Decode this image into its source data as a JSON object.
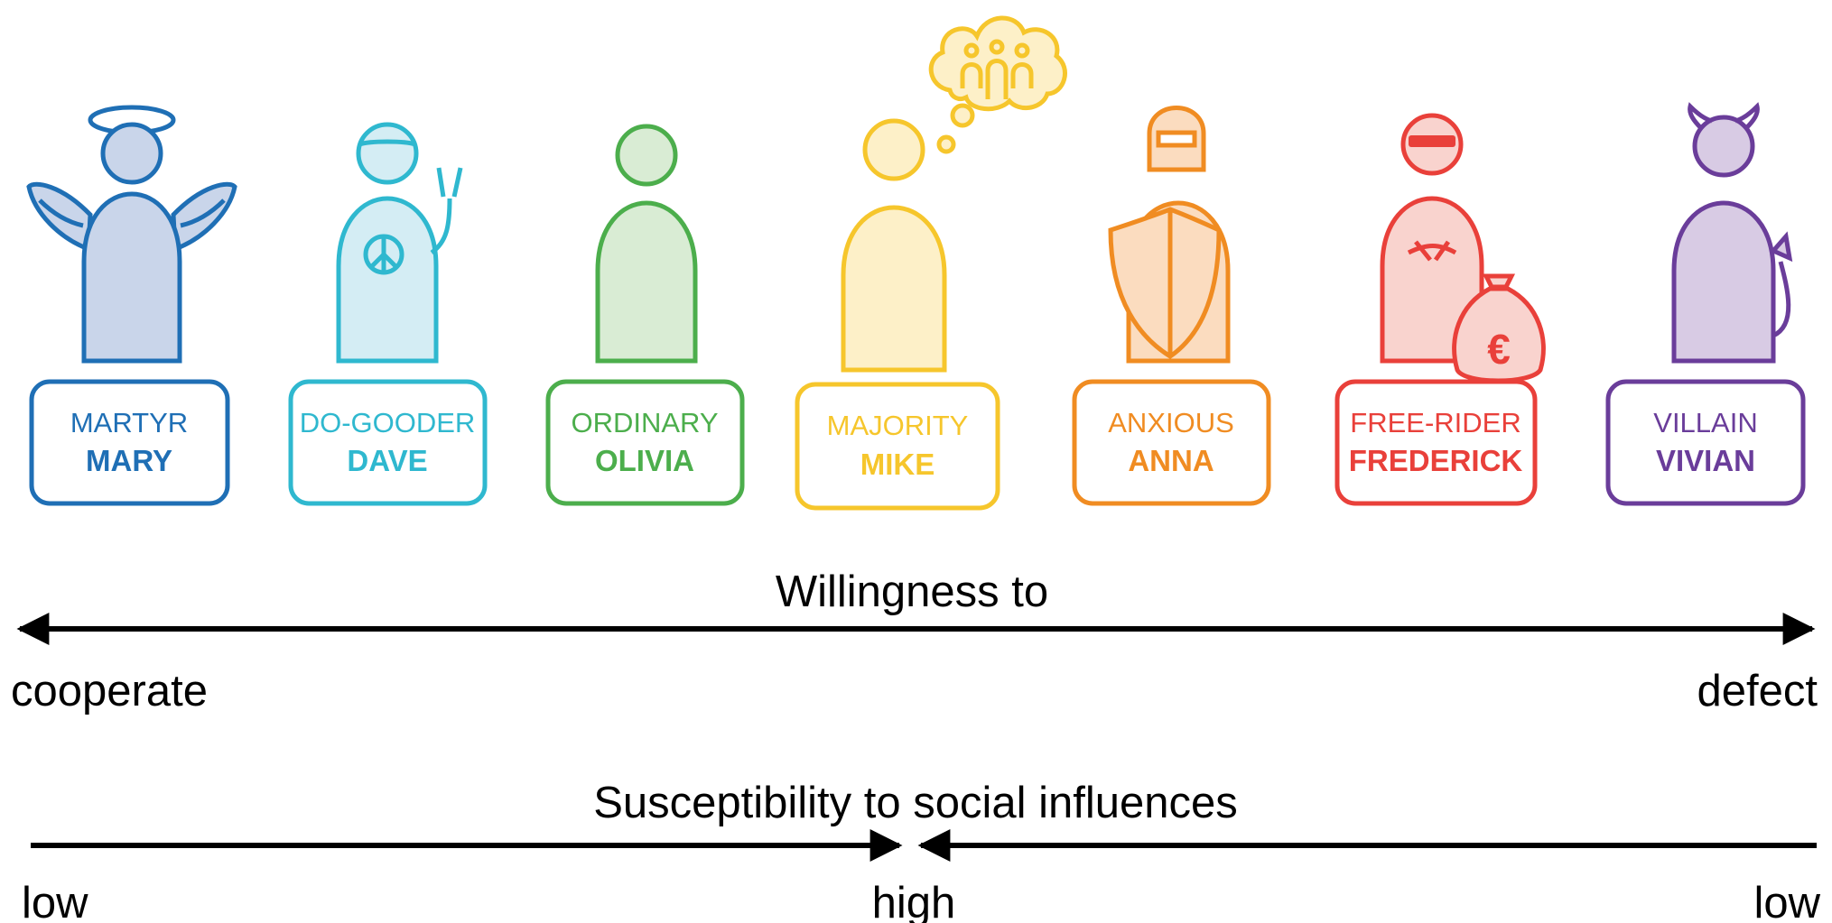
{
  "characters": [
    {
      "role": "MARTYR",
      "name": "MARY",
      "color": "#1f6fb5",
      "fill": "#c9d5ea",
      "icon": "angel-icon"
    },
    {
      "role": "DO-GOODER",
      "name": "DAVE",
      "color": "#2fb8cf",
      "fill": "#d4edf4",
      "icon": "peace-icon"
    },
    {
      "role": "ORDINARY",
      "name": "OLIVIA",
      "color": "#4cae4c",
      "fill": "#d9ecd4",
      "icon": "person-icon"
    },
    {
      "role": "MAJORITY",
      "name": "MIKE",
      "color": "#f6c62c",
      "fill": "#fdf0c8",
      "icon": "thought-bubble-icon"
    },
    {
      "role": "ANXIOUS",
      "name": "ANNA",
      "color": "#f08c22",
      "fill": "#fbdcbf",
      "icon": "shield-icon"
    },
    {
      "role": "FREE-RIDER",
      "name": "FREDERICK",
      "color": "#e9403a",
      "fill": "#f9d3ce",
      "icon": "money-bag-icon"
    },
    {
      "role": "VILLAIN",
      "name": "VIVIAN",
      "color": "#6a3d9a",
      "fill": "#d8cbe4",
      "icon": "devil-icon"
    }
  ],
  "willingness": {
    "title": "Willingness to",
    "left": "cooperate",
    "right": "defect"
  },
  "susceptibility": {
    "title": "Susceptibility to social influences",
    "left": "low",
    "center": "high",
    "right": "low"
  }
}
